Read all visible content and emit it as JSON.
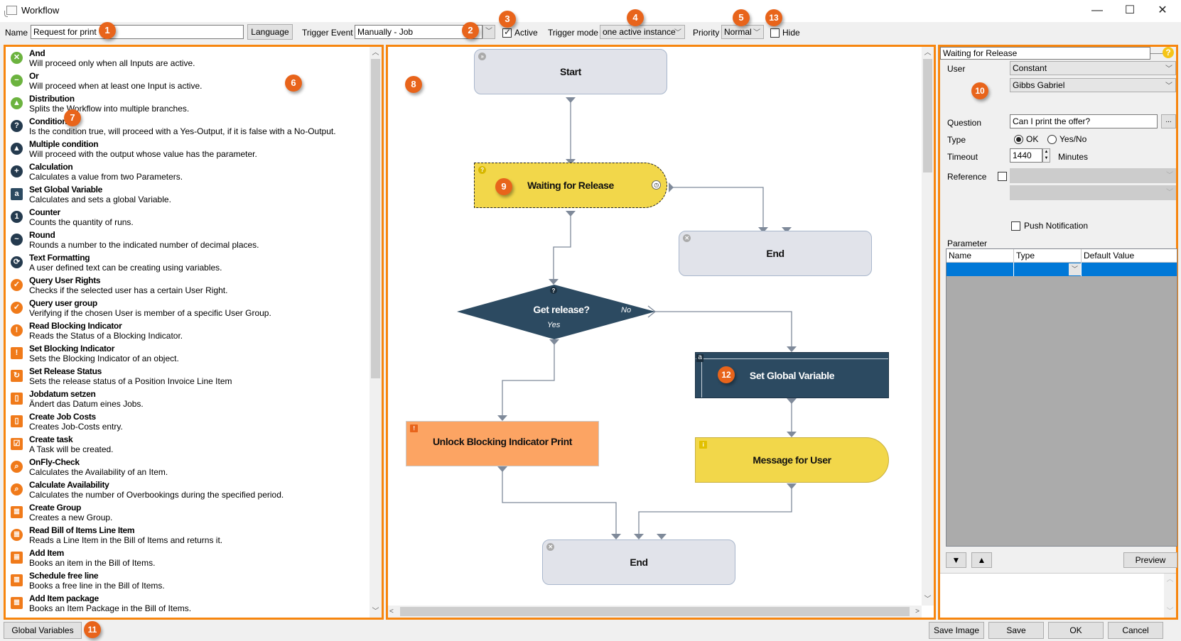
{
  "window": {
    "title": "Workflow",
    "minimize": "—",
    "maximize": "☐",
    "close": "✕"
  },
  "toolbar": {
    "name_label": "Name",
    "name_value": "Request for print",
    "language_button": "Language",
    "trigger_event_label": "Trigger Event",
    "trigger_event_value": "Manually - Job",
    "active_label": "Active",
    "active_checked": true,
    "trigger_mode_label": "Trigger mode",
    "trigger_mode_value": "one active instance",
    "priority_label": "Priority",
    "priority_value": "Normal",
    "hide_label": "Hide",
    "hide_checked": false
  },
  "badges": [
    "1",
    "2",
    "3",
    "4",
    "5",
    "6",
    "7",
    "8",
    "9",
    "10",
    "11",
    "12",
    "13"
  ],
  "toolbox": {
    "items": [
      {
        "name": "And",
        "desc": "Will proceed only when all Inputs are active.",
        "icon": "and-icon",
        "glyph": "✕",
        "color": "#6cb33f"
      },
      {
        "name": "Or",
        "desc": "Will proceed when at least one Input is active.",
        "icon": "or-icon",
        "glyph": "−",
        "color": "#6cb33f"
      },
      {
        "name": "Distribution",
        "desc": "Splits the Workflow into multiple branches.",
        "icon": "distribution-icon",
        "glyph": "▲",
        "color": "#6cb33f"
      },
      {
        "name": "Condition",
        "desc": "Is the condition true, will proceed with a Yes-Output, if it is false with a No-Output.",
        "icon": "condition-icon",
        "glyph": "?",
        "color": "#243a4e"
      },
      {
        "name": "Multiple condition",
        "desc": "Will proceed with the output whose value has the parameter.",
        "icon": "multiple-condition-icon",
        "glyph": "▲",
        "color": "#243a4e"
      },
      {
        "name": "Calculation",
        "desc": "Calculates a value from two Parameters.",
        "icon": "calculation-icon",
        "glyph": "+",
        "color": "#243a4e"
      },
      {
        "name": "Set Global Variable",
        "desc": "Calculates and sets a global Variable.",
        "icon": "variable-icon",
        "glyph": "a",
        "color": "#2c4a61"
      },
      {
        "name": "Counter",
        "desc": "Counts the quantity of runs.",
        "icon": "counter-icon",
        "glyph": "1",
        "color": "#243a4e"
      },
      {
        "name": "Round",
        "desc": "Rounds a number to the indicated number of decimal places.",
        "icon": "round-icon",
        "glyph": "~",
        "color": "#243a4e"
      },
      {
        "name": "Text Formatting",
        "desc": "A user defined text can be creating using variables.",
        "icon": "text-formatting-icon",
        "glyph": "⟳",
        "color": "#243a4e"
      },
      {
        "name": "Query User Rights",
        "desc": "Checks if the selected user has a certain User Right.",
        "icon": "query-rights-icon",
        "glyph": "✓",
        "color": "#f07a1a"
      },
      {
        "name": "Query user group",
        "desc": "Verifying if the chosen User is member of a specific User Group.",
        "icon": "query-group-icon",
        "glyph": "✓",
        "color": "#f07a1a"
      },
      {
        "name": "Read Blocking Indicator",
        "desc": "Reads the Status of a Blocking Indicator.",
        "icon": "read-blocking-icon",
        "glyph": "!",
        "color": "#f07a1a"
      },
      {
        "name": "Set Blocking Indicator",
        "desc": "Sets the Blocking Indicator of an object.",
        "icon": "set-blocking-icon",
        "glyph": "!",
        "color": "#f07a1a"
      },
      {
        "name": "Set Release Status",
        "desc": "Sets the release status of a Position Invoice Line Item",
        "icon": "release-status-icon",
        "glyph": "↻",
        "color": "#f07a1a"
      },
      {
        "name": "Jobdatum setzen",
        "desc": "Ändert das Datum eines Jobs.",
        "icon": "document-icon",
        "glyph": "▯",
        "color": "#f07a1a"
      },
      {
        "name": "Create Job Costs",
        "desc": "Creates Job-Costs entry.",
        "icon": "document-icon",
        "glyph": "▯",
        "color": "#f07a1a"
      },
      {
        "name": "Create task",
        "desc": "A Task will be created.",
        "icon": "task-icon",
        "glyph": "☑",
        "color": "#f07a1a"
      },
      {
        "name": "OnFly-Check",
        "desc": "Calculates the Availability of an Item.",
        "icon": "magnifier-icon",
        "glyph": "⌕",
        "color": "#f07a1a"
      },
      {
        "name": "Calculate Availability",
        "desc": "Calculates the number of Overbookings during the specified period.",
        "icon": "magnifier-icon",
        "glyph": "⌕",
        "color": "#f07a1a"
      },
      {
        "name": "Create Group",
        "desc": "Creates a new Group.",
        "icon": "list-document-icon",
        "glyph": "≣",
        "color": "#f07a1a"
      },
      {
        "name": "Read Bill of Items Line Item",
        "desc": "Reads a Line Item in the Bill of Items and returns it.",
        "icon": "read-line-icon",
        "glyph": "≣",
        "color": "#f07a1a"
      },
      {
        "name": "Add Item",
        "desc": "Books an item in the Bill of Items.",
        "icon": "list-document-icon",
        "glyph": "≣",
        "color": "#f07a1a"
      },
      {
        "name": "Schedule free line",
        "desc": "Books a free line in the Bill of Items.",
        "icon": "list-document-icon",
        "glyph": "≣",
        "color": "#f07a1a"
      },
      {
        "name": "Add Item package",
        "desc": "Books an Item Package in the Bill of Items.",
        "icon": "list-document-icon",
        "glyph": "≣",
        "color": "#f07a1a"
      }
    ]
  },
  "canvas": {
    "nodes": {
      "start": "Start",
      "waiting": "Waiting for Release",
      "end_right": "End",
      "condition": "Get release?",
      "condition_yes": "Yes",
      "condition_no": "No",
      "set_global": "Set Global Variable",
      "unlock": "Unlock Blocking Indicator Print",
      "message": "Message for User",
      "end_bottom": "End"
    }
  },
  "properties": {
    "node_title": "Waiting for Release",
    "user_label": "User",
    "user_source": "Constant",
    "user_value": "Gibbs Gabriel",
    "question_label": "Question",
    "question_value": "Can I print the offer?",
    "question_more": "...",
    "type_label": "Type",
    "type_ok": "OK",
    "type_yesno": "Yes/No",
    "type_selected": "OK",
    "timeout_label": "Timeout",
    "timeout_value": "1440",
    "timeout_unit": "Minutes",
    "reference_label": "Reference",
    "reference_checked": false,
    "push_label": "Push Notification",
    "push_checked": false,
    "parameter_label": "Parameter",
    "parameter_columns": [
      "Name",
      "Type",
      "Default Value"
    ],
    "preview_button": "Preview",
    "move_down": "▼",
    "move_up": "▲"
  },
  "footer": {
    "global_variables": "Global Variables",
    "save_image": "Save Image",
    "save": "Save",
    "ok": "OK",
    "cancel": "Cancel"
  }
}
